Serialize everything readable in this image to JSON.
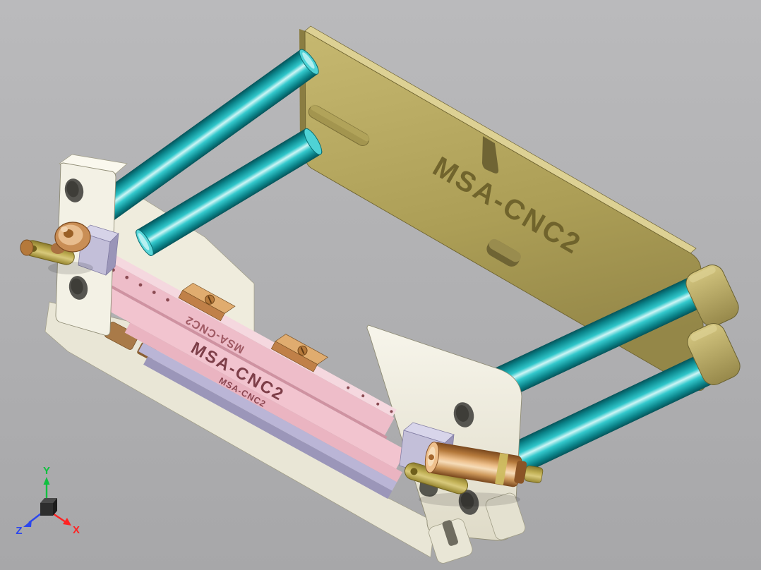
{
  "viewport": {
    "kind": "cad-3d-view"
  },
  "model": {
    "part_number": "MSA-CNC2",
    "engravings": {
      "back_plate": "MSA-CNC2",
      "rail_front": "MSA-CNC2",
      "rail_top": "MSA-CNC2",
      "rail_lower": "MSA-CNC2"
    },
    "palette": {
      "back_plate": "#b0a258",
      "tie_rods": "#14b4ba",
      "base_bracket": "#f1eee0",
      "rail_pink": "#f2c4cf",
      "rail_lavender": "#b9b4d6",
      "clamp_copper": "#c98e55",
      "clamp_brass": "#b7a648",
      "engraving_back_plate": "#6a5e28",
      "engraving_rail_front": "#7d3e48",
      "engraving_rail_top": "#a05a64",
      "engraving_rail_lower": "#8a4550"
    }
  },
  "axis_triad": {
    "x": {
      "label": "X",
      "color": "#ff2222"
    },
    "y": {
      "label": "Y",
      "color": "#10c040"
    },
    "z": {
      "label": "Z",
      "color": "#2b46ee"
    }
  }
}
